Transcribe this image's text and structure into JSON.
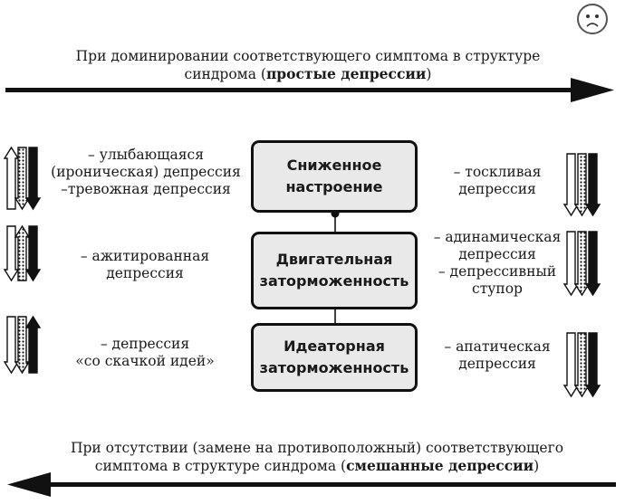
{
  "top_caption": {
    "line1": "При доминировании соответствующего симптома в структуре",
    "line2_before": "синдрома (",
    "line2_bold": "простые депрессии",
    "line2_after": ")"
  },
  "bottom_caption": {
    "line1": "При отсутствии (замене на противоположный) соответствующего",
    "line2_before": "симптома в структуре синдрома (",
    "line2_bold": "смешанные депрессии",
    "line2_after": ")"
  },
  "boxes": [
    {
      "line1": "Сниженное",
      "line2": "настроение"
    },
    {
      "line1": "Двигательная",
      "line2": "заторможенность"
    },
    {
      "line1": "Идеаторная",
      "line2": "заторможенность"
    }
  ],
  "left_labels": [
    {
      "lines": [
        "– улыбающаяся",
        "(ироническая) депрессия",
        "–тревожная депрессия"
      ]
    },
    {
      "lines": [
        "– ажитированная",
        "депрессия"
      ]
    },
    {
      "lines": [
        "– депрессия",
        "«со скачкой идей»"
      ]
    }
  ],
  "right_labels": [
    {
      "lines": [
        "– тоскливая",
        "депрессия"
      ]
    },
    {
      "lines": [
        "– адинамическая",
        "депрессия",
        "– депрессивный",
        "ступор"
      ]
    },
    {
      "lines": [
        "– апатическая",
        "депрессия"
      ]
    }
  ],
  "colors": {
    "ink": "#111111",
    "box_fill": "#e9e9e9",
    "background": "#ffffff"
  },
  "icons": {
    "face": "sad-face-icon",
    "top_arrow": "long-arrow-right-icon",
    "bottom_arrow": "long-arrow-left-icon",
    "symptom_arrows": "triple-arrow-icon"
  }
}
